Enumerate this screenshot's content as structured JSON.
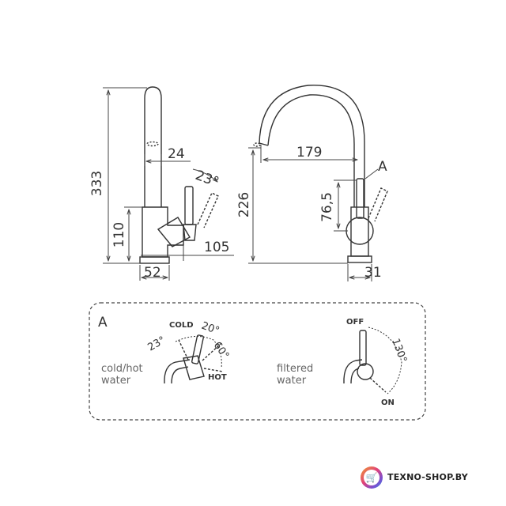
{
  "side_view": {
    "height_total": "333",
    "height_body": "110",
    "spout_width": "24",
    "lever_angle": "23°",
    "depth": "105",
    "base_width": "52"
  },
  "front_view": {
    "spout_reach": "179",
    "height_spout": "226",
    "handle_height": "76,5",
    "base_width": "31",
    "detail_ref": "A"
  },
  "detail_a": {
    "title": "A",
    "left": {
      "caption_line1": "cold/hot",
      "caption_line2": "water",
      "label_cold": "COLD",
      "label_hot": "HOT",
      "angle_23": "23°",
      "angle_20": "20°",
      "angle_60": "60°"
    },
    "right": {
      "caption_line1": "filtered",
      "caption_line2": "water",
      "label_off": "OFF",
      "label_on": "ON",
      "angle_130": "130°"
    }
  },
  "logo": {
    "text": "TEXNO-SHOP.BY",
    "icon": "shopping-cart-icon"
  }
}
